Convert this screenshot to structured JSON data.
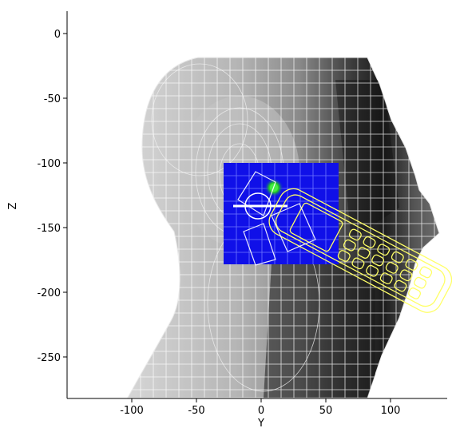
{
  "axes": {
    "x_title": "Y",
    "y_title": "Z",
    "x_ticks": [
      "-100",
      "-50",
      "0",
      "50",
      "100"
    ],
    "y_ticks": [
      "0",
      "-50",
      "-100",
      "-150",
      "-200",
      "-250"
    ],
    "x_range": [
      -150,
      150
    ],
    "y_range": [
      -285,
      18
    ]
  },
  "colors": {
    "background": "#ffffff",
    "grid_mesh": "#ffffff",
    "sample_patch": "#1010e8",
    "phone_outline": "#ffff66",
    "hotspot": "#22cc22",
    "probe_line": "#ffffff"
  },
  "icons": {
    "phone": "mobile-phone-outline",
    "hotspot": "peak-sar-marker"
  }
}
